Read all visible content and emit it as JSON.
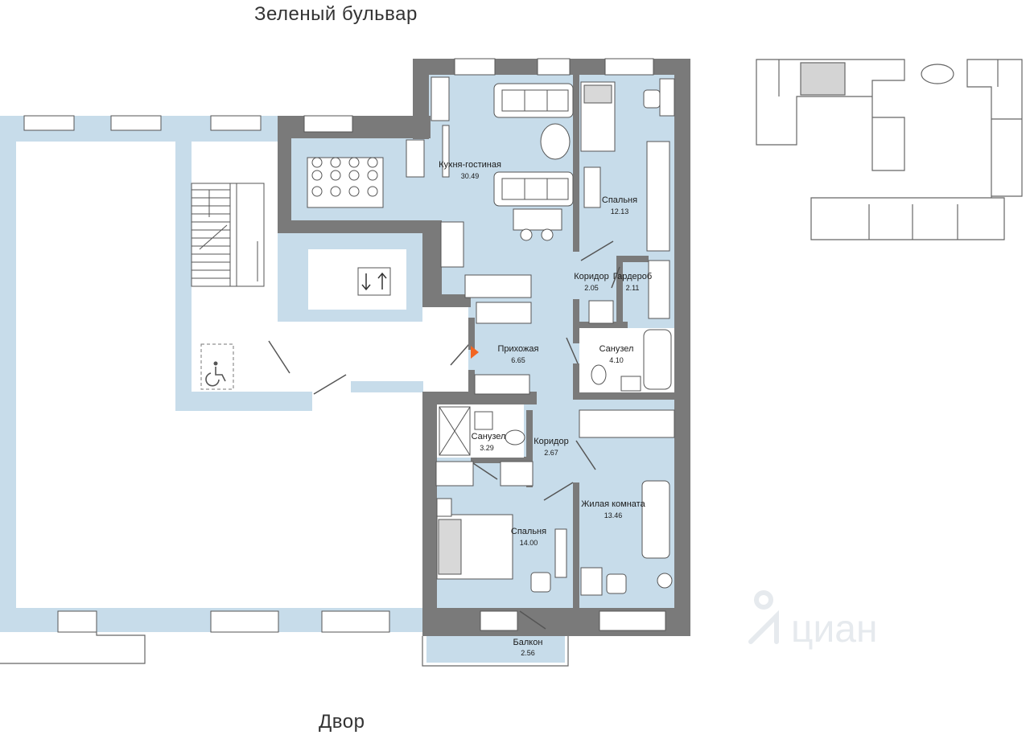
{
  "streets": {
    "top": "Зеленый бульвар",
    "bottom": "Двор"
  },
  "rooms": [
    {
      "id": "kitchen",
      "name": "Кухня-гостиная",
      "area": "30.49"
    },
    {
      "id": "bedroom1",
      "name": "Спальня",
      "area": "12.13"
    },
    {
      "id": "corridor1",
      "name": "Коридор",
      "area": "2.05"
    },
    {
      "id": "wardrobe",
      "name": "Гардероб",
      "area": "2.11"
    },
    {
      "id": "hall",
      "name": "Прихожая",
      "area": "6.65"
    },
    {
      "id": "bath1",
      "name": "Санузел",
      "area": "4.10"
    },
    {
      "id": "bath2",
      "name": "Санузел",
      "area": "3.29"
    },
    {
      "id": "corridor2",
      "name": "Коридор",
      "area": "2.67"
    },
    {
      "id": "living",
      "name": "Жилая комната",
      "area": "13.46"
    },
    {
      "id": "bedroom2",
      "name": "Спальня",
      "area": "14.00"
    },
    {
      "id": "balcony",
      "name": "Балкон",
      "area": "2.56"
    }
  ],
  "colors": {
    "room_fill": "#c7dcea",
    "wall": "#7a7a7a",
    "entrance_marker": "#f26522"
  },
  "icons": [
    "elevator-icon",
    "wheelchair-icon",
    "entrance-marker-icon",
    "cian-logo-icon"
  ],
  "logo": {
    "text": "циан"
  }
}
